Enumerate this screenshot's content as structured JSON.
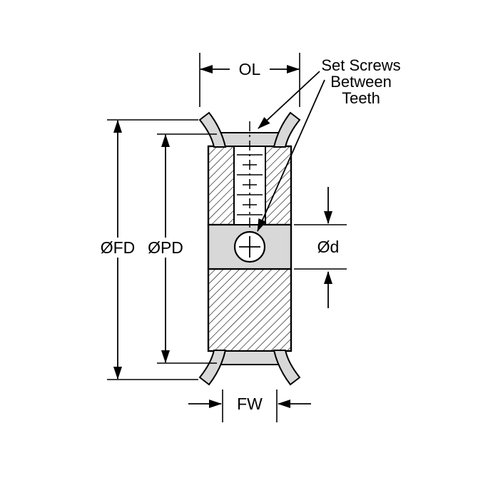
{
  "diagram": {
    "type": "engineering-drawing",
    "subject": "double-flange timing pulley cross-section",
    "labels": {
      "ol": "OL",
      "fd": "ØFD",
      "pd": "ØPD",
      "d": "Ød",
      "fw": "FW"
    },
    "annotation": {
      "line1": "Set Screws",
      "line2": "Between",
      "line3": "Teeth"
    },
    "colors": {
      "line": "#000000",
      "fill_light": "#d8d8d8",
      "screw_fill": "#ffffff",
      "background": "#ffffff"
    }
  }
}
